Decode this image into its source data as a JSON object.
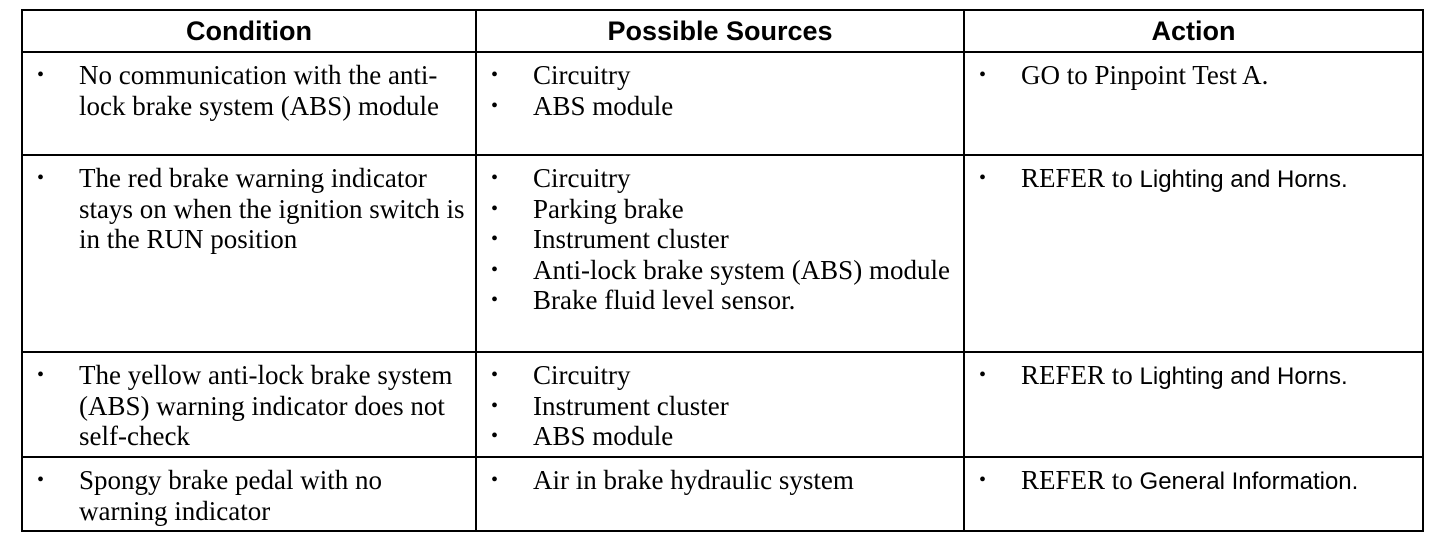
{
  "headers": {
    "condition": "Condition",
    "sources": "Possible Sources",
    "action": "Action"
  },
  "bullet": "•",
  "rows": [
    {
      "condition": "No communication with the anti-lock brake system (ABS) module",
      "sources": [
        "Circuitry",
        "ABS module"
      ],
      "action_prefix": "GO to Pinpoint Test A.",
      "action_target": ""
    },
    {
      "condition": "The red brake warning indicator stays on when the ignition switch is in the RUN position",
      "sources": [
        "Circuitry",
        "Parking brake",
        "Instrument cluster",
        "Anti-lock brake system (ABS) module",
        "Brake fluid level sensor."
      ],
      "action_prefix": "REFER to ",
      "action_target": "Lighting and Horns."
    },
    {
      "condition": "The yellow anti-lock brake system (ABS) warning indicator does not self-check",
      "sources": [
        "Circuitry",
        "Instrument cluster",
        "ABS module"
      ],
      "action_prefix": "REFER to ",
      "action_target": "Lighting and Horns."
    },
    {
      "condition": "Spongy brake pedal with no warning indicator",
      "sources": [
        "Air in brake hydraulic system"
      ],
      "action_prefix": "REFER to ",
      "action_target": "General Information."
    }
  ]
}
